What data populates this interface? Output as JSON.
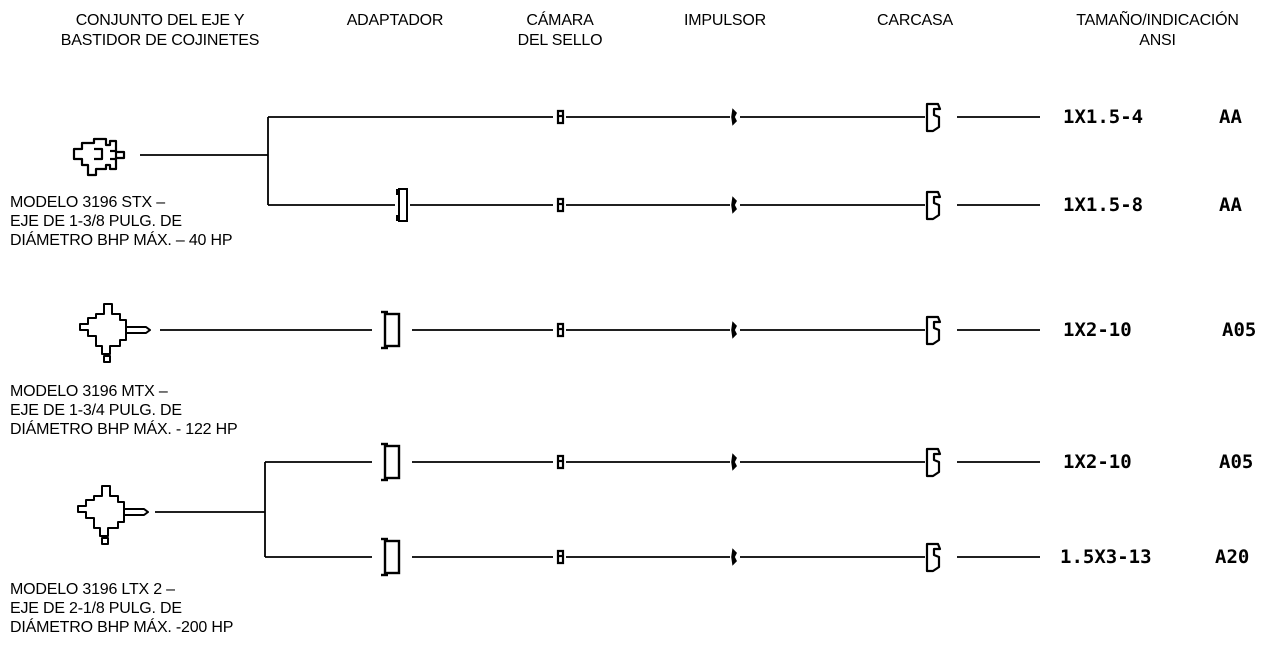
{
  "headers": {
    "shaft": "CONJUNTO DEL EJE Y\nBASTIDOR DE COJINETES",
    "adapter": "ADAPTADOR",
    "seal": "CÁMARA\nDEL SELLO",
    "impeller": "IMPULSOR",
    "casing": "CARCASA",
    "size": "TAMAÑO/INDICACIÓN\nANSI"
  },
  "models": [
    {
      "label": "MODELO 3196 STX –\nEJE DE 1-3/8 PULG. DE\nDIÁMETRO BHP MÁX. – 40 HP"
    },
    {
      "label": "MODELO 3196 MTX –\nEJE DE 1-3/4 PULG. DE\nDIÁMETRO BHP MÁX. - 122 HP"
    },
    {
      "label": "MODELO 3196 LTX 2 –\nEJE DE 2-1/8 PULG. DE\nDIÁMETRO BHP MÁX. -200 HP"
    }
  ],
  "rows": [
    {
      "size": "1X1.5-4",
      "ansi": "AA"
    },
    {
      "size": "1X1.5-8",
      "ansi": "AA"
    },
    {
      "size": "1X2-10",
      "ansi": "A05"
    },
    {
      "size": "1X2-10",
      "ansi": "A05"
    },
    {
      "size": "1.5X3-13",
      "ansi": "A20"
    }
  ]
}
